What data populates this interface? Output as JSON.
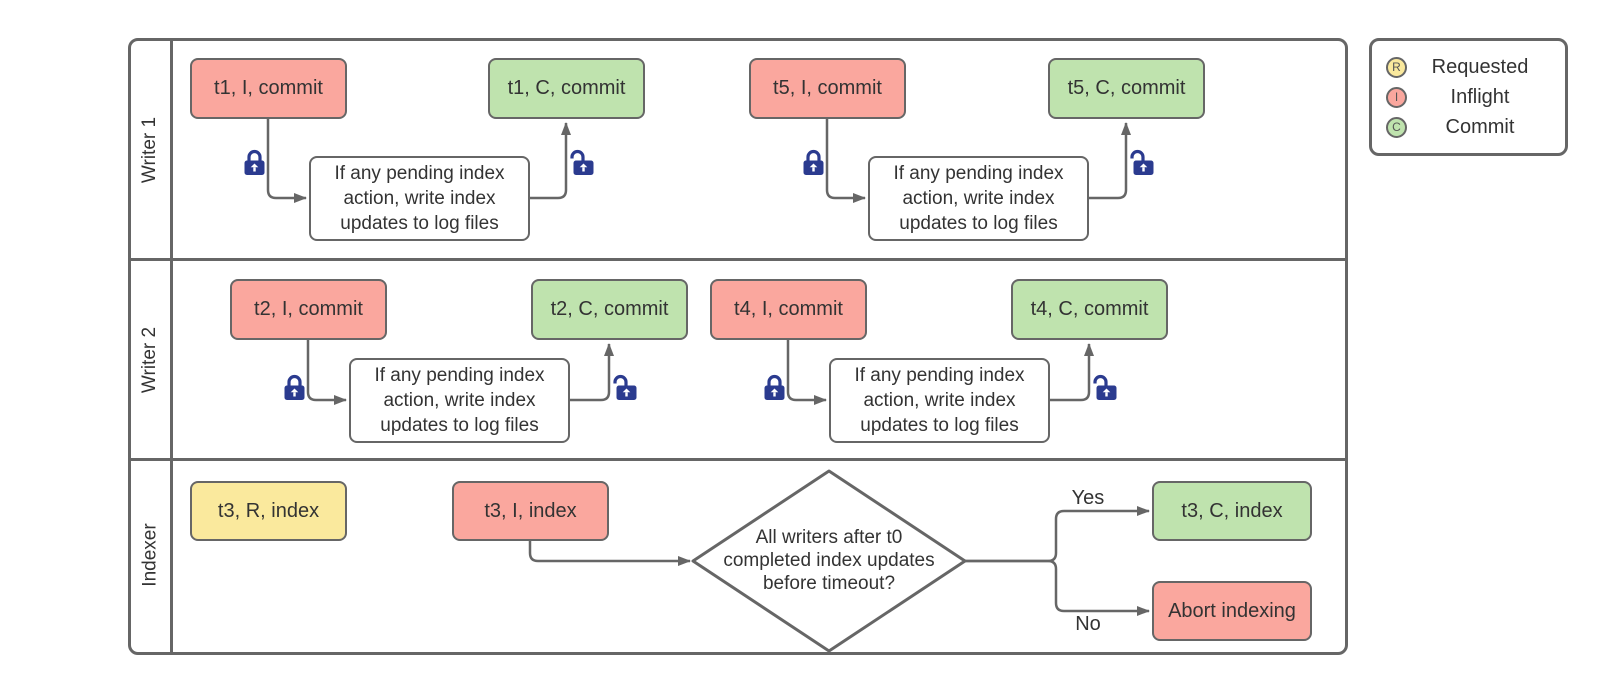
{
  "diagram": {
    "lanes": [
      {
        "label": "Writer 1"
      },
      {
        "label": "Writer 2"
      },
      {
        "label": "Indexer"
      }
    ],
    "flow_note": "If any pending index action, write index updates to log files",
    "nodes": {
      "t1_inflight": "t1, I, commit",
      "t1_commit": "t1, C, commit",
      "t5_inflight": "t5, I, commit",
      "t5_commit": "t5, C, commit",
      "t2_inflight": "t2, I, commit",
      "t2_commit": "t2, C, commit",
      "t4_inflight": "t4, I, commit",
      "t4_commit": "t4, C, commit",
      "t3_requested": "t3, R, index",
      "t3_inflight": "t3, I, index",
      "t3_commit": "t3, C, index",
      "abort": "Abort indexing"
    },
    "decision": {
      "question": "All writers after t0 completed index updates before timeout?"
    },
    "branch_labels": {
      "yes": "Yes",
      "no": "No"
    }
  },
  "legend": {
    "items": [
      {
        "letter": "R",
        "label": "Requested",
        "color": "#FAE99D"
      },
      {
        "letter": "I",
        "label": "Inflight",
        "color": "#FAA79E"
      },
      {
        "letter": "C",
        "label": "Commit",
        "color": "#BFE3AE"
      }
    ]
  },
  "colors": {
    "requested_fill": "#FAE99D",
    "inflight_fill": "#FAA79E",
    "commit_fill": "#BFE3AE",
    "outline": "#666666",
    "connector": "#666666",
    "lock_blue": "#2B3B8F",
    "text": "#333333"
  }
}
